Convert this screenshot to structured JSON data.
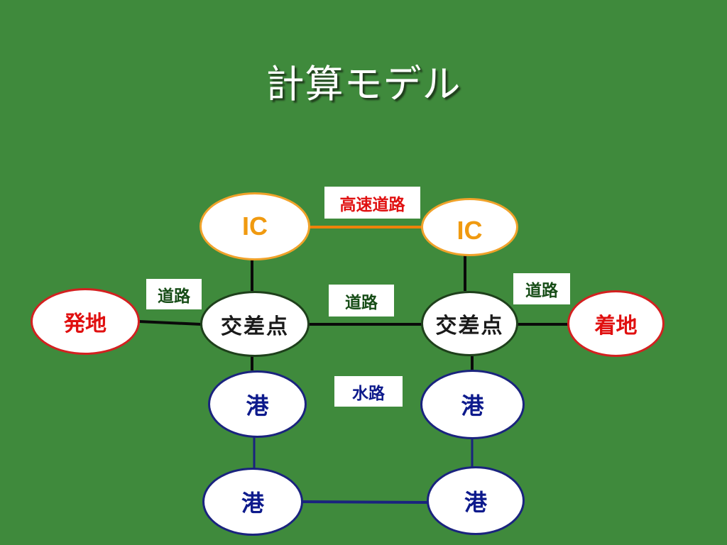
{
  "slide": {
    "title": "計算モデル"
  },
  "nodes": {
    "ic_left": "IC",
    "ic_right": "IC",
    "intersection_left": "交差点",
    "intersection_right": "交差点",
    "origin": "発地",
    "destination": "着地",
    "port_upper_left": "港",
    "port_upper_right": "港",
    "port_lower_left": "港",
    "port_lower_right": "港"
  },
  "edge_labels": {
    "expressway": "高速道路",
    "road_left": "道路",
    "road_center": "道路",
    "road_right": "道路",
    "waterway": "水路"
  },
  "colors": {
    "background": "#3f8a3c",
    "expressway_line": "#f0820a",
    "road_line": "#0a0a0a",
    "waterway_line": "#1a237e",
    "ic_border": "#f0a22a",
    "place_border": "#d32020",
    "port_border": "#1a237e"
  }
}
